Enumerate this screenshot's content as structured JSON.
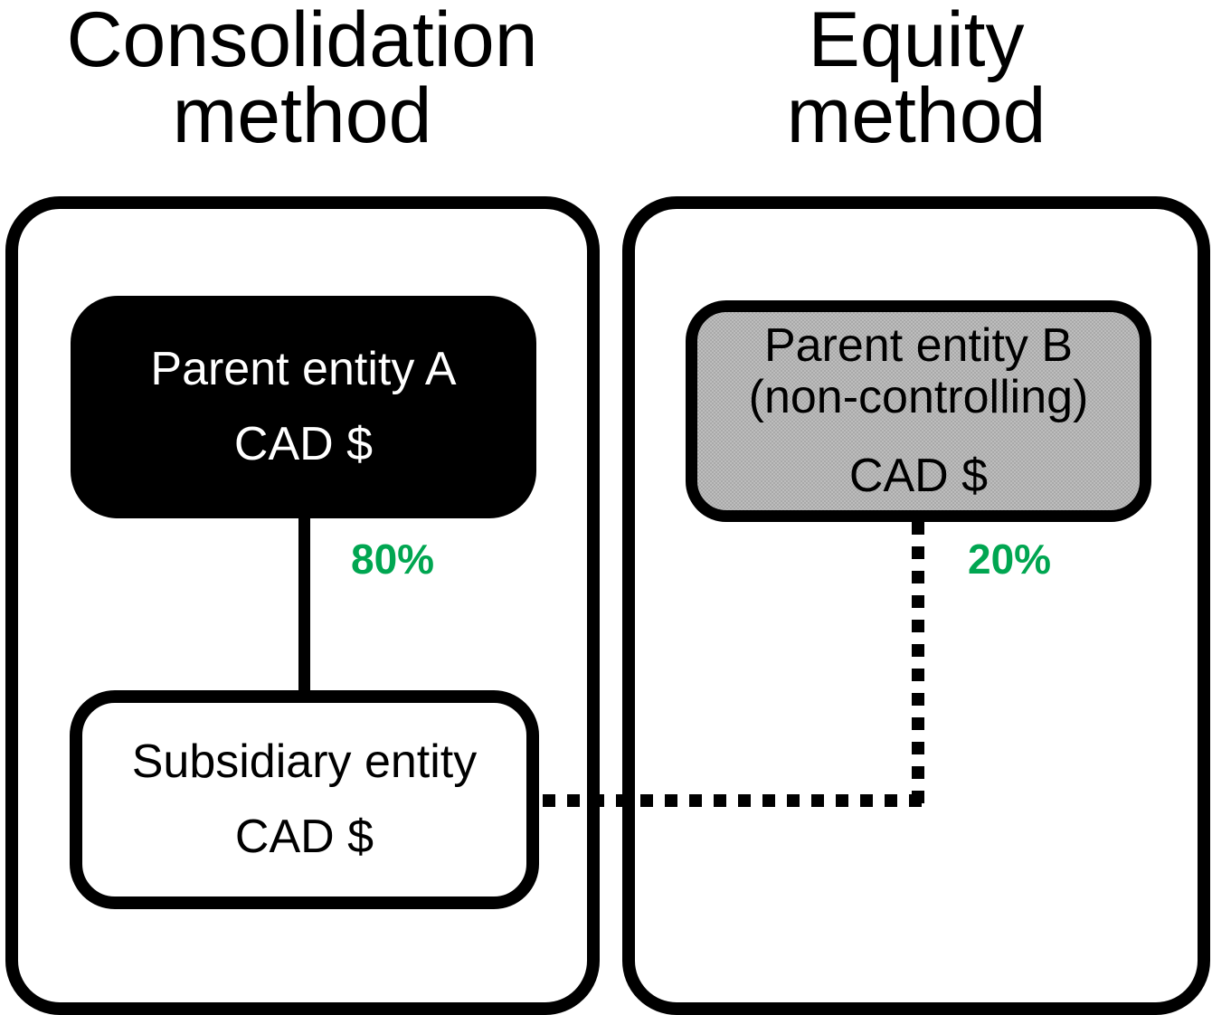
{
  "diagram": {
    "left_panel": {
      "title": "Consolidation\nmethod",
      "parent_box": {
        "name": "Parent entity A",
        "currency": "CAD $"
      },
      "ownership_label": "80%",
      "subsidiary_box": {
        "name": "Subsidiary entity",
        "currency": "CAD $"
      }
    },
    "right_panel": {
      "title": "Equity\nmethod",
      "parent_box": {
        "name": "Parent entity B",
        "qualifier": "(non-controlling)",
        "currency": "CAD $"
      },
      "ownership_label": "20%"
    },
    "colors": {
      "ownership_green": "#00A651",
      "parent_a_fill": "#000000",
      "parent_b_fill": "#B3B3B3",
      "line_color": "#000000"
    }
  }
}
